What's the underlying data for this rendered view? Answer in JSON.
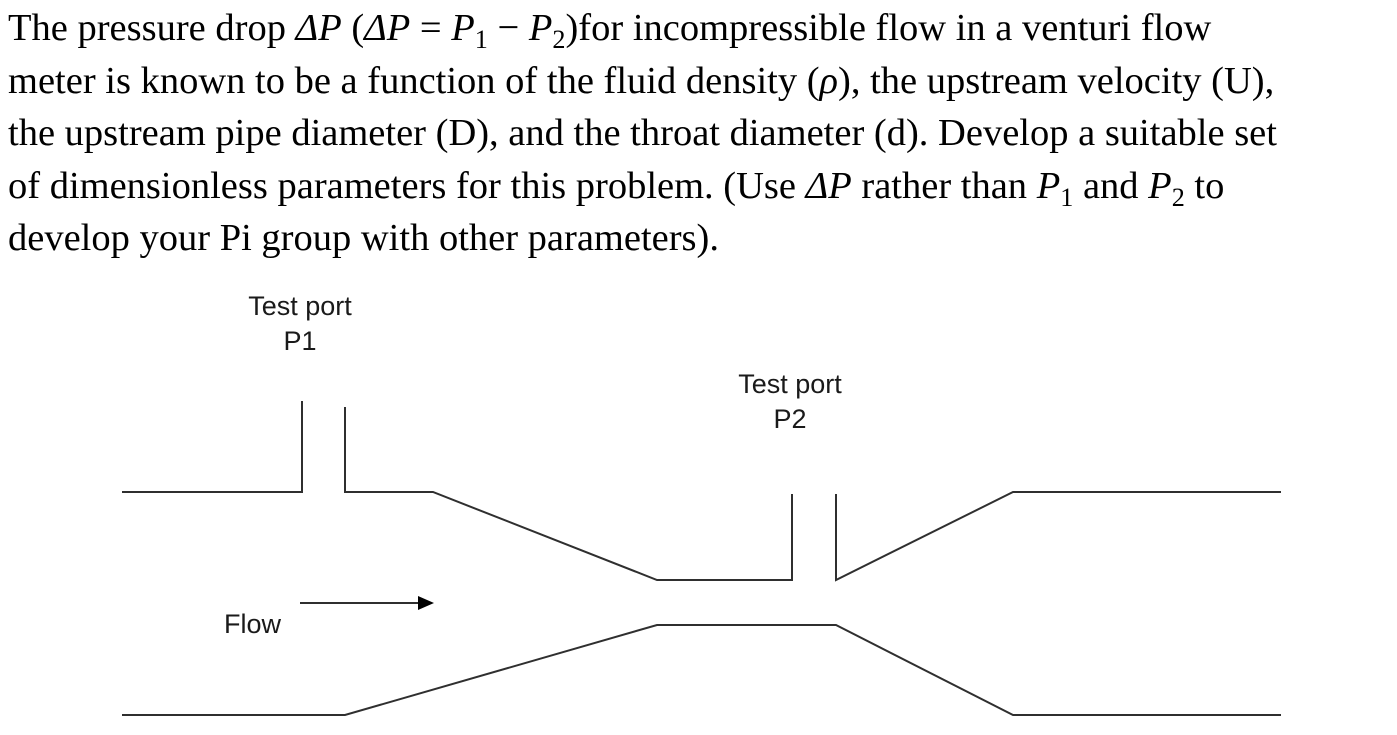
{
  "problem": {
    "l1_a": "The pressure drop ",
    "dP": "ΔP",
    "l1_b": " (",
    "dP2": "ΔP",
    "eq": " = ",
    "P": "P",
    "one": "1",
    "minus": " − ",
    "two": "2",
    "l1_c": ")for incompressible flow in a venturi flow",
    "l2_a": "meter is known to be a function of the fluid density (",
    "rho": "ρ",
    "l2_b": "), the upstream velocity (U),",
    "l3": "the upstream pipe diameter (D), and the throat diameter (d). Develop a suitable set",
    "l4_a": "of dimensionless parameters for this problem. (Use ",
    "l4_b": " rather than ",
    "l4_c": " and ",
    "l4_d": " to",
    "l5": "develop your Pi group with other parameters)."
  },
  "diagram": {
    "port1_line1": "Test port",
    "port1_line2": "P1",
    "port2_line1": "Test port",
    "port2_line2": "P2",
    "flow_label": "Flow"
  }
}
